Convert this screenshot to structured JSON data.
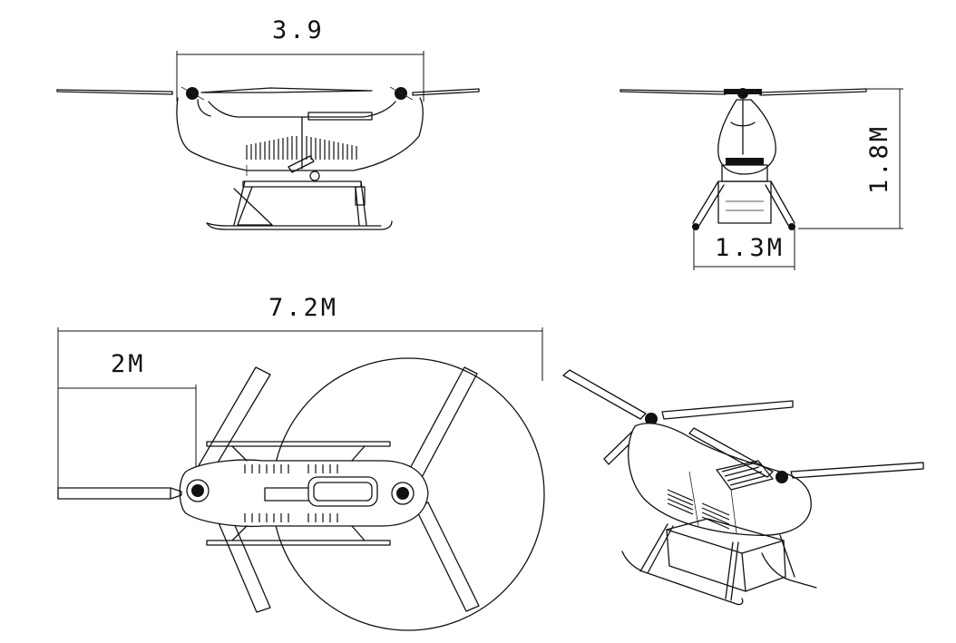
{
  "dimensions": {
    "side_length": "3.9",
    "front_height": "1.8M",
    "front_width": "1.3M",
    "top_total_length": "7.2M",
    "top_tail_length": "2M"
  }
}
